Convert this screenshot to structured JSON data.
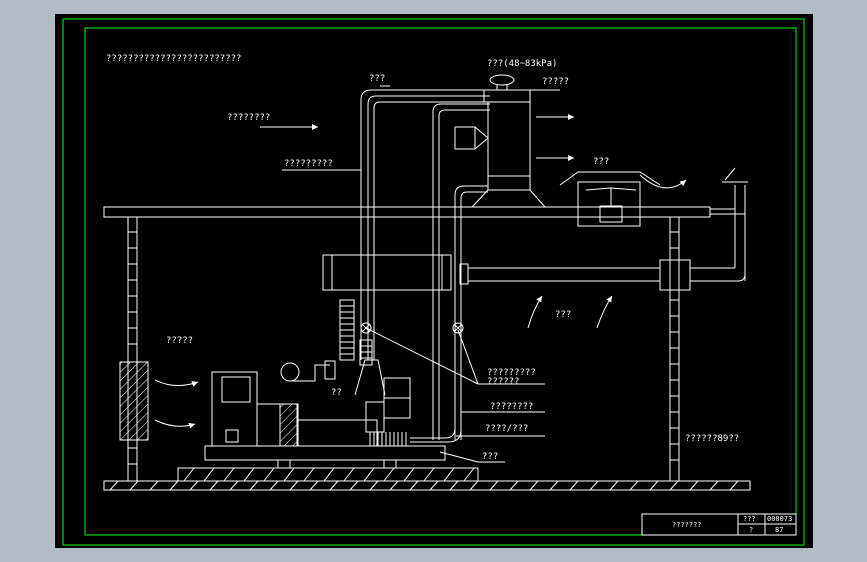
{
  "drawing": {
    "header_note": "?????????????????????????",
    "labels": {
      "pressure_top": "???(48~83kPa)",
      "exhaust_top": "???",
      "top_right": "?????",
      "airflow_left": "????????",
      "pipe_label": "?????????",
      "mid_right": "???",
      "under_roof": "???",
      "left_vent": "?????",
      "engine_small": "??",
      "callout_1a": "?????????",
      "callout_1b": "??????",
      "callout_2": "????????",
      "callout_3": "????/???",
      "callout_4": "???",
      "right_post": "??????89??"
    },
    "title_block": {
      "name": "???????",
      "col_a_top": "???",
      "col_a_bottom": "?",
      "col_b_top": "000073",
      "col_b_bottom": "87"
    },
    "colors": {
      "background": "#000000",
      "frame_border": "#00ff00",
      "lines": "#ffffff",
      "outer_bg": "#b3bcc6"
    }
  }
}
